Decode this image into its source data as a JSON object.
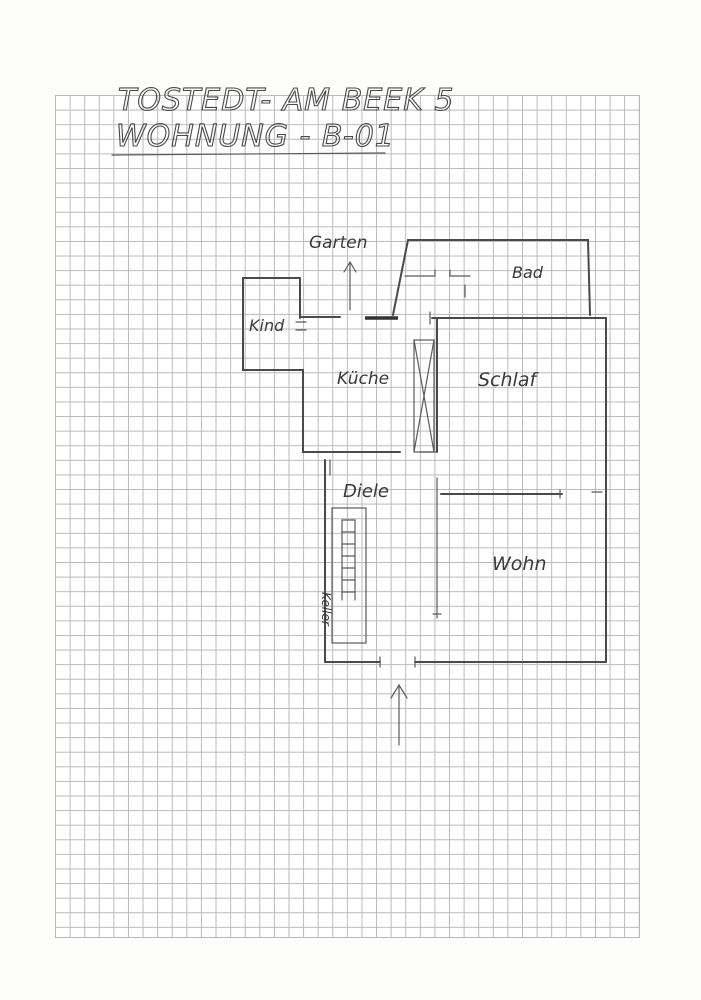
{
  "title": {
    "line1": "TOSTEDT- AM BEEK 5",
    "line2": "WOHNUNG - B-01"
  },
  "rooms": {
    "garten": "Garten",
    "bad": "Bad",
    "kind": "Kind",
    "kueche": "Küche",
    "schlaf": "Schlaf",
    "diele": "Diele",
    "wohn": "Wohn",
    "keller": "Keller"
  },
  "colors": {
    "paper": "#ffffff",
    "grid": "#b9b9b9",
    "pencil": "#4a4a4a"
  }
}
